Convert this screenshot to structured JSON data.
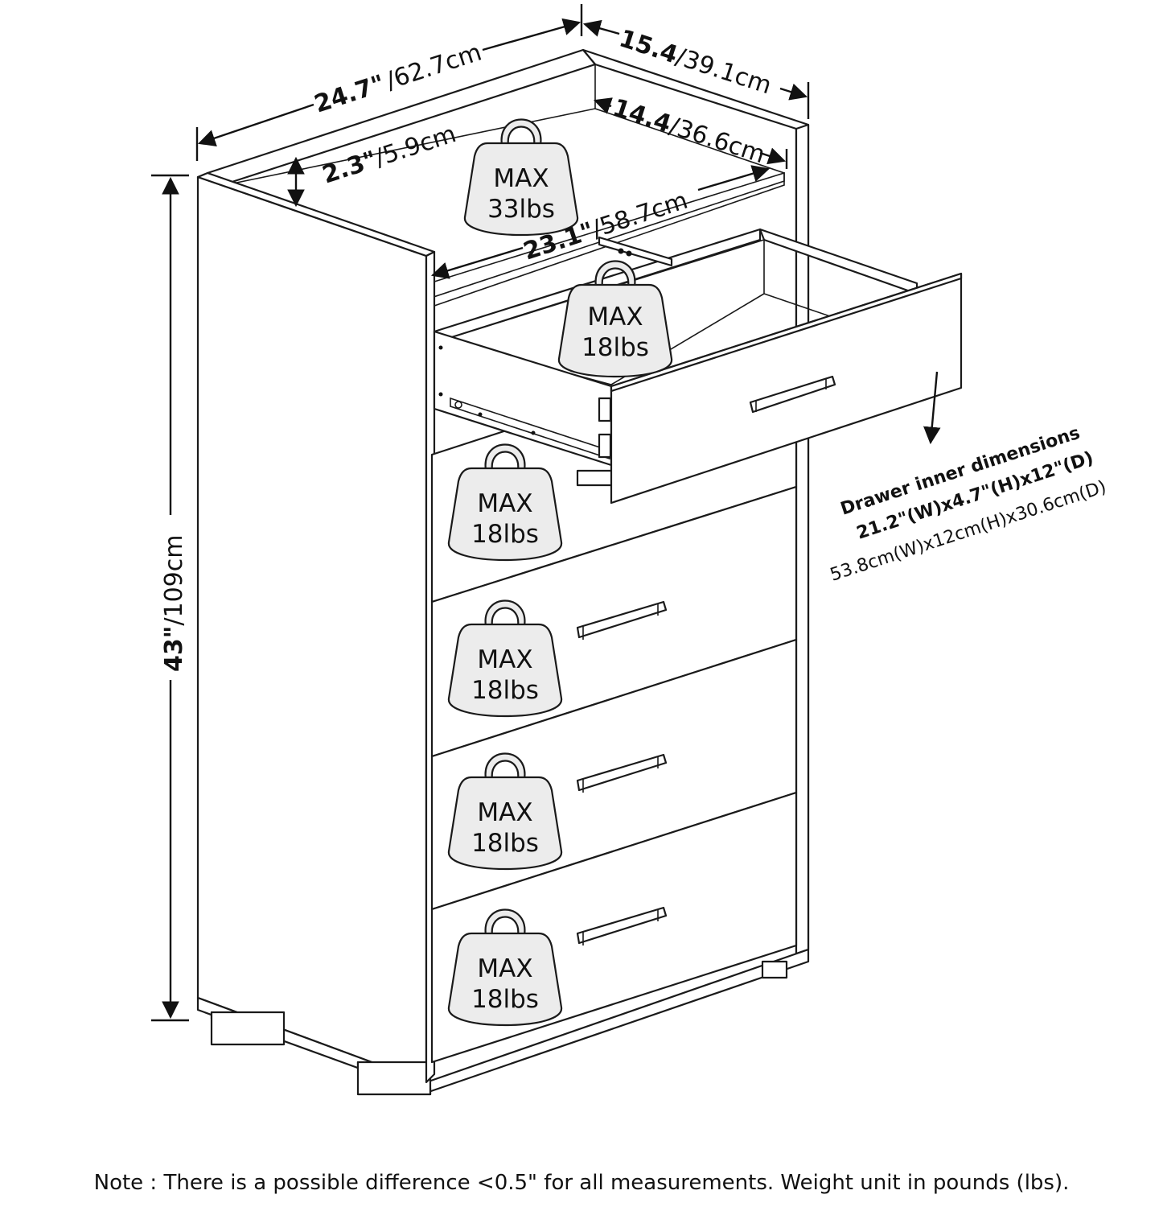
{
  "dimensions": {
    "width_in": "24.7\"",
    "width_cm": "/62.7cm",
    "depth_in": "15.4",
    "depth_cm": "/39.1cm",
    "inner_depth_in": "14.4",
    "inner_depth_cm": "/36.6cm",
    "top_rail_in": "2.3\"",
    "top_rail_cm": "/5.9cm",
    "inner_width_in": "23.1\"",
    "inner_width_cm": "/58.7cm",
    "height_in": "43\"",
    "height_cm": "/109cm"
  },
  "weights": {
    "top": {
      "line1": "MAX",
      "line2": "33lbs"
    },
    "open_drawer": {
      "line1": "MAX",
      "line2": "18lbs"
    },
    "drawer1": {
      "line1": "MAX",
      "line2": "18lbs"
    },
    "drawer2": {
      "line1": "MAX",
      "line2": "18lbs"
    },
    "drawer3": {
      "line1": "MAX",
      "line2": "18lbs"
    },
    "drawer4": {
      "line1": "MAX",
      "line2": "18lbs"
    }
  },
  "drawer_info": {
    "title": "Drawer inner dimensions",
    "imperial": "21.2\"(W)x4.7\"(H)x12\"(D)",
    "metric": "53.8cm(W)x12cm(H)x30.6cm(D)"
  },
  "note": "Note : There is a possible difference <0.5\" for all measurements. Weight unit in pounds (lbs)."
}
